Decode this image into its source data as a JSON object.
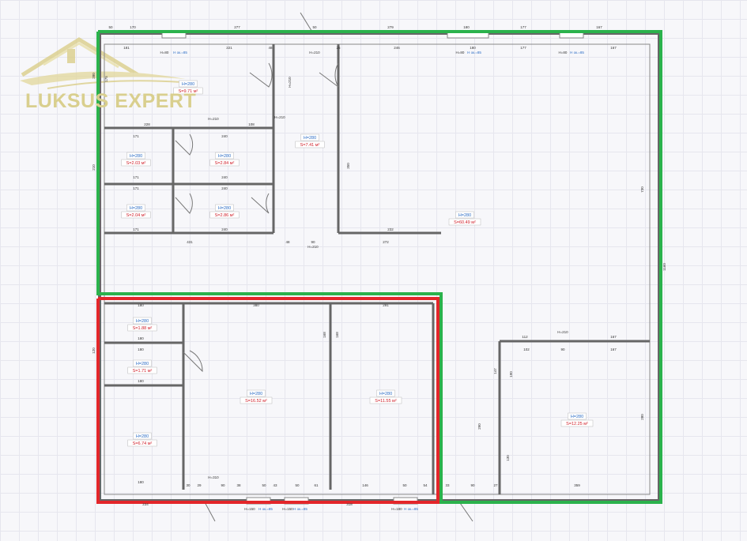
{
  "logo": {
    "text": "LUKSUS EXPERT"
  },
  "colors": {
    "wall": "#555555",
    "room_outline": "#2bb24c",
    "highlight_outline": "#e3262a",
    "area_text": "#d0202a",
    "height_text": "#2b6cc4",
    "dim_text": "#333333",
    "logo": "#d6cc85"
  },
  "rooms": [
    {
      "height": "H=280",
      "area": "S=9.71 м²"
    },
    {
      "height": "H=280",
      "area": "S=7.41 м²"
    },
    {
      "height": "H=280",
      "area": "S=2.03 м²"
    },
    {
      "height": "H=280",
      "area": "S=2.84 м²"
    },
    {
      "height": "H=280",
      "area": "S=2.04 м²"
    },
    {
      "height": "H=280",
      "area": "S=2.86 м²"
    },
    {
      "height": "H=280",
      "area": "S=60.49 м²"
    },
    {
      "height": "H=280",
      "area": "S=1.88 м²"
    },
    {
      "height": "H=280",
      "area": "S=1.71 м²"
    },
    {
      "height": "H=280",
      "area": "S=6.74 м²"
    },
    {
      "height": "H=280",
      "area": "S=16.52 м²"
    },
    {
      "height": "H=280",
      "area": "S=11.55 м²"
    },
    {
      "height": "H=280",
      "area": "S=12.25 м²"
    }
  ],
  "dimensions": [
    "50",
    "170",
    "277",
    "50",
    "279",
    "180",
    "177",
    "167",
    "H=80",
    "H ок.=85",
    "H=210",
    "H=80",
    "H ок.=85",
    "H=80",
    "H ок.=85",
    "181",
    "221",
    "48",
    "25",
    "246",
    "180",
    "177",
    "167",
    "175",
    "280",
    "228",
    "108",
    "H=210",
    "171",
    "171",
    "240",
    "240",
    "171",
    "171",
    "240",
    "240",
    "431",
    "48",
    "90",
    "272",
    "H=210",
    "232",
    "730",
    "1160",
    "180",
    "180",
    "180",
    "180",
    "180",
    "380",
    "291",
    "168",
    "168",
    "112",
    "H=210",
    "167",
    "102",
    "90",
    "167",
    "147",
    "190",
    "290",
    "280",
    "H=310",
    "30",
    "29",
    "90",
    "38",
    "50",
    "43",
    "50",
    "61",
    "146",
    "50",
    "54",
    "33",
    "90",
    "27",
    "359",
    "H=210",
    "H=210",
    "H=150",
    "H ок.=85",
    "H=150",
    "H ок.=85",
    "H=180",
    "H ок.=85",
    "234",
    "318",
    "120",
    "210",
    "350",
    "130"
  ]
}
